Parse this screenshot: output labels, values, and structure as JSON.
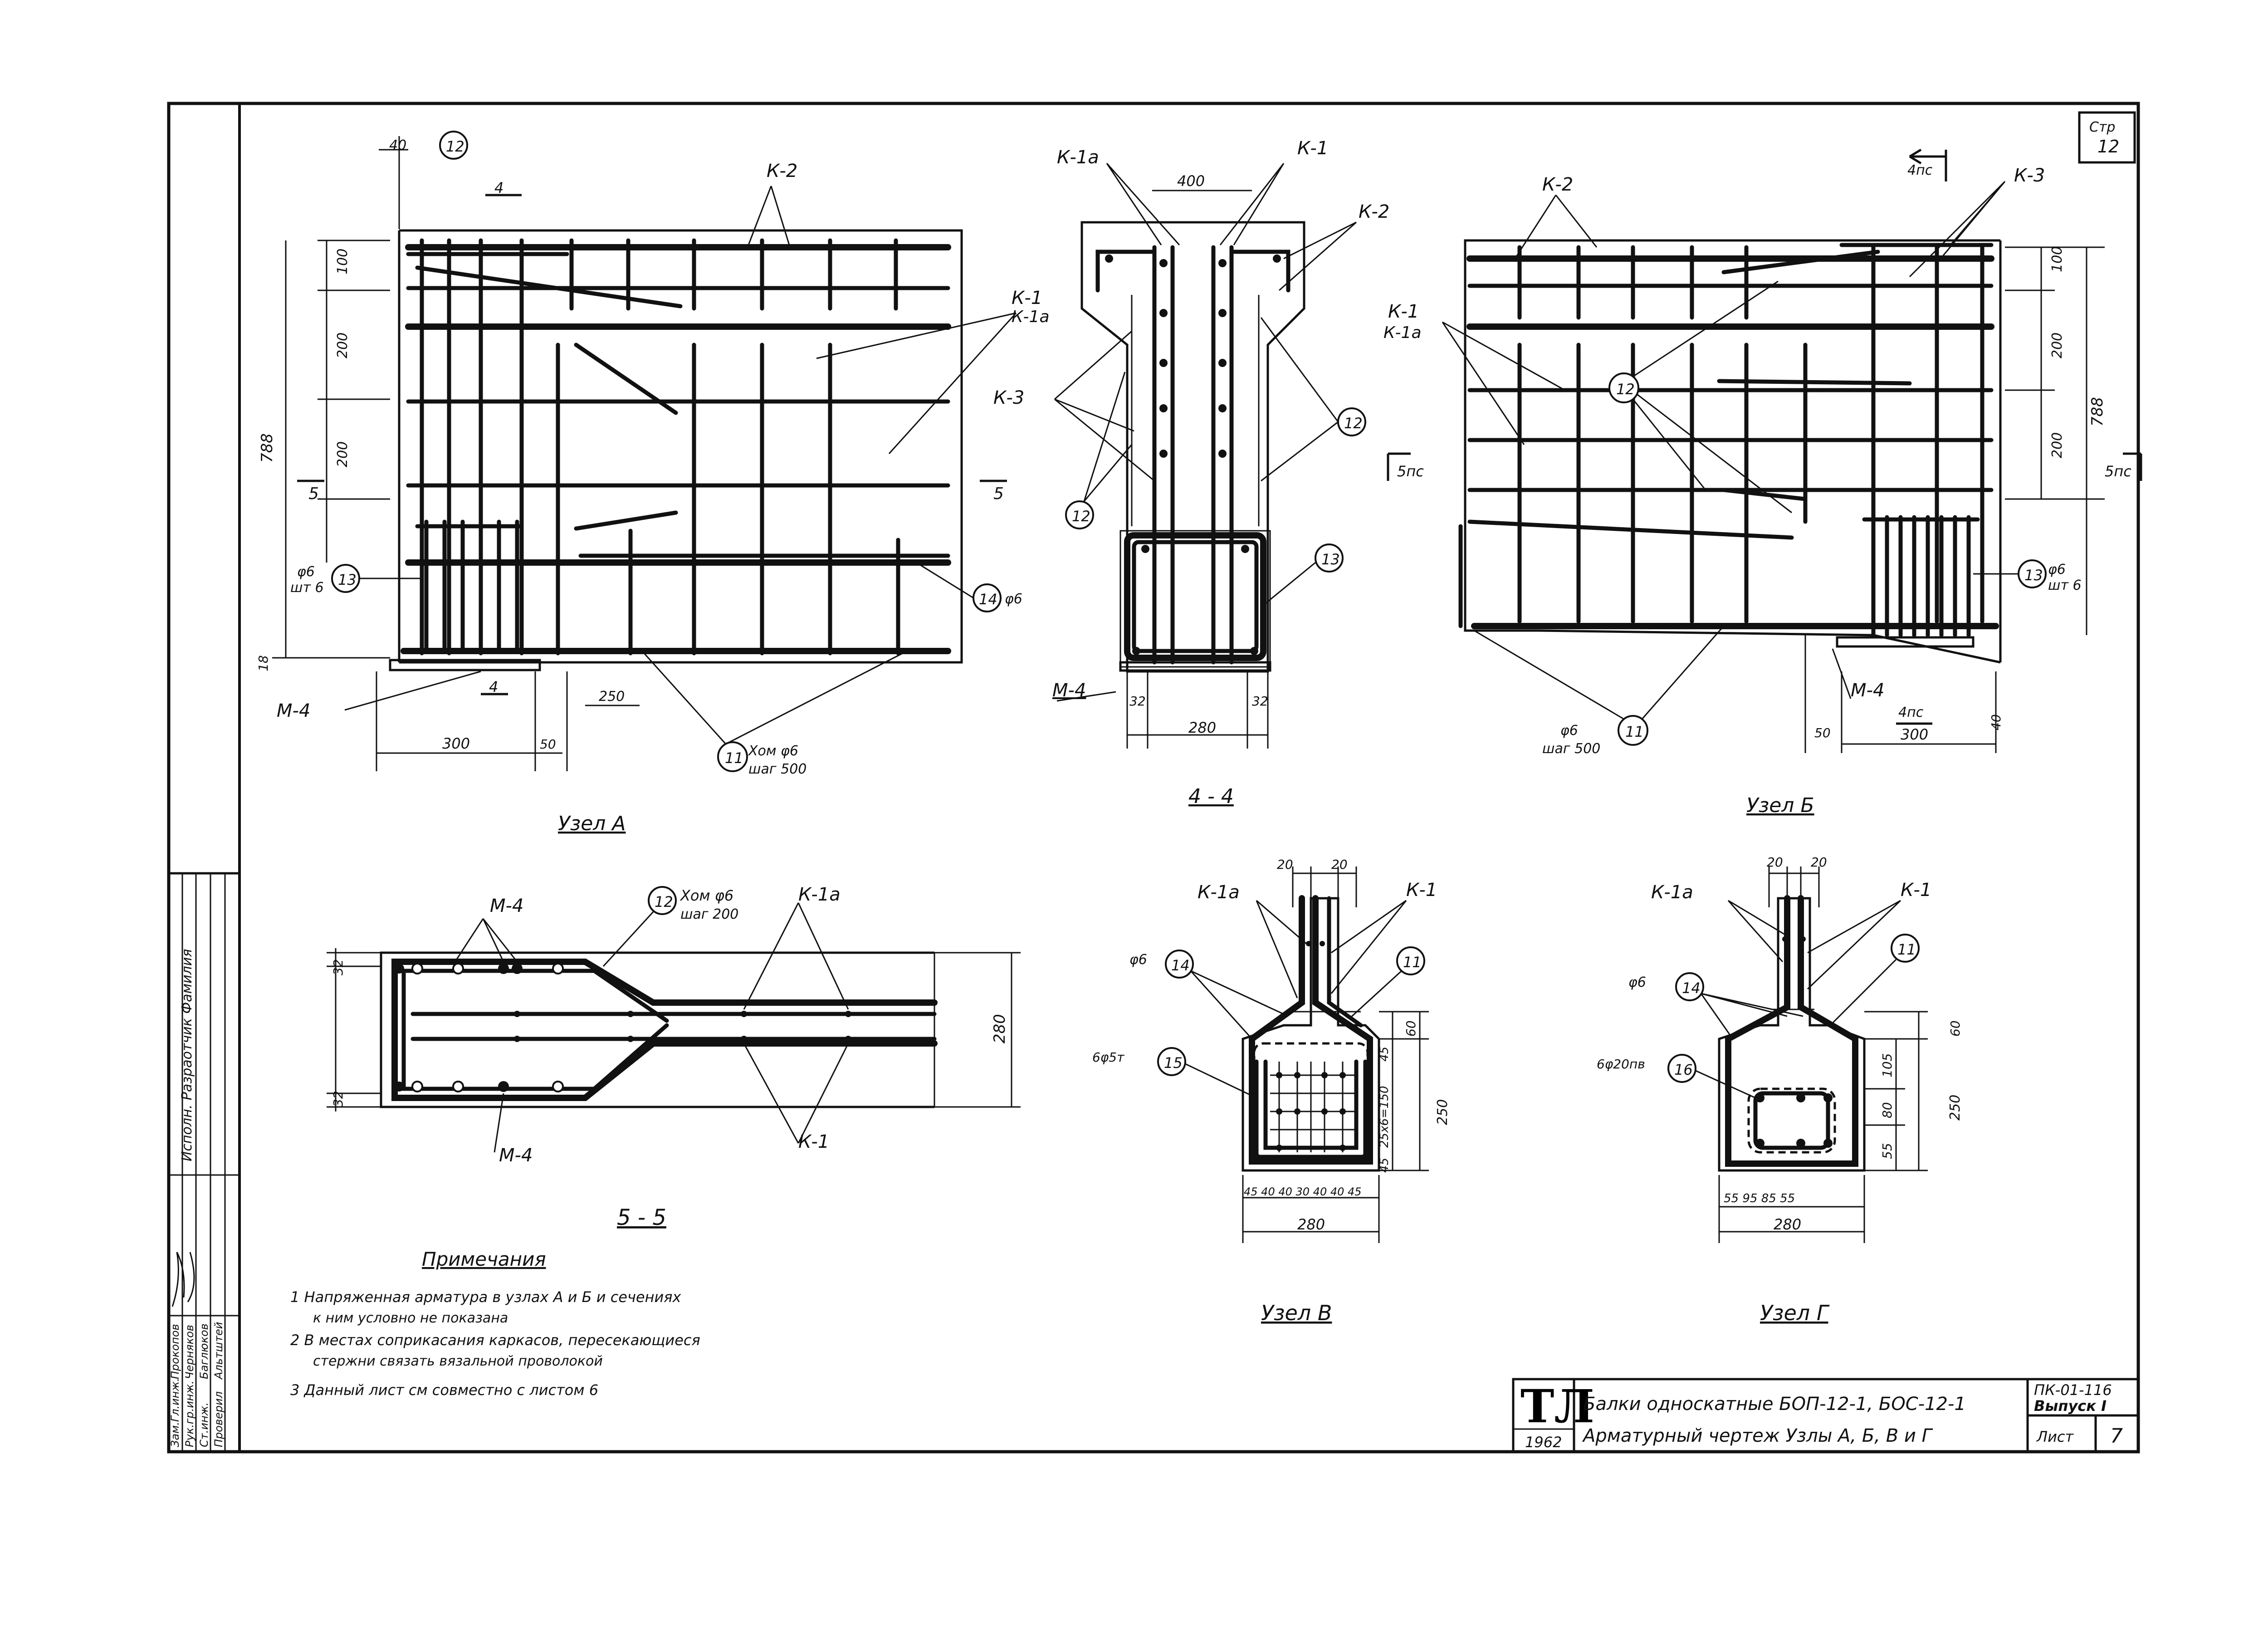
{
  "sheet": {
    "page_ref_label": "Стр",
    "page_ref_number": "12",
    "series": "ПК-01-116",
    "issue": "Выпуск I",
    "sheet_label": "Лист",
    "sheet_number": "7",
    "year": "1962",
    "logo": "ТЛ",
    "title_line1": "Балки односкатные БОП-12-1, БОС-12-1",
    "title_line2": "Арматурный чертеж Узлы А, Б, В и Г"
  },
  "side_stamp": {
    "header": "Исполн. Разраотчик Фамилия",
    "rows": [
      {
        "role": "Зам.Гл.инж.",
        "name": "Прокопов"
      },
      {
        "role": "Рук.гр.инж.",
        "name": "Черняков"
      },
      {
        "role": "Ст.инж.",
        "name": "Баглюков"
      },
      {
        "role": "Проверил",
        "name": "Альтштей"
      }
    ]
  },
  "views": {
    "node_a": {
      "title": "Узел А",
      "labels": {
        "k2": "К-2",
        "k1": "К-1",
        "k1a": "К-1а",
        "m4": "М-4",
        "n12": "12",
        "n13": "13",
        "n14": "14",
        "n11": "11",
        "phi6": "φ6",
        "sht6": "шт 6",
        "phi6_14": "φ6",
        "xom": "Хом φ6",
        "shag": "шаг 500",
        "sec4": "4",
        "sec5": "5",
        "sec5b": "5"
      },
      "dims": {
        "d40": "40",
        "d100": "100",
        "d200a": "200",
        "d200b": "200",
        "d788": "788",
        "d18": "18",
        "d250": "250",
        "d300": "300",
        "d50": "50"
      }
    },
    "section_4_4": {
      "title": "4 - 4",
      "labels": {
        "k1a": "К-1а",
        "k1": "К-1",
        "k2": "К-2",
        "k3": "К-3",
        "m4": "М-4",
        "n12a": "12",
        "n12b": "12",
        "n13": "13"
      },
      "dims": {
        "d400": "400",
        "d280": "280",
        "d32a": "32",
        "d32b": "32"
      }
    },
    "node_b": {
      "title": "Узел Б",
      "labels": {
        "k2": "К-2",
        "k3": "К-3",
        "k1": "К-1",
        "k1a": "К-1а",
        "m4": "М-4",
        "n12": "12",
        "n13": "13",
        "n11": "11",
        "phi6": "φ6",
        "sht6": "шт 6",
        "phi6b": "φ6",
        "shag": "шаг 500",
        "ref4": "4пс",
        "ref5": "5пс",
        "ref5b": "5пс",
        "ref4b": "4пс"
      },
      "dims": {
        "d100": "100",
        "d200a": "200",
        "d200b": "200",
        "d788": "788",
        "d50": "50",
        "d300": "300",
        "d40": "40"
      }
    },
    "section_5_5": {
      "title": "5 - 5",
      "labels": {
        "m4a": "М-4",
        "m4b": "М-4",
        "n12": "12",
        "xom": "Хом φ6",
        "shag": "шаг 200",
        "k1a": "К-1а",
        "k1": "К-1"
      },
      "dims": {
        "d32a": "32",
        "d32b": "32",
        "d280": "280"
      }
    },
    "node_v": {
      "title": "Узел В",
      "labels": {
        "k1a": "К-1а",
        "k1": "К-1",
        "phi6": "φ6",
        "n14": "14",
        "n11": "11",
        "n15": "15",
        "bars": "6φ5т"
      },
      "dims": {
        "d20a": "20",
        "d20b": "20",
        "d60": "60",
        "d45": "45",
        "d25x6": "25х6=150",
        "d45b": "45",
        "d250": "250",
        "bottom": "45 40 40 30 40 40 45",
        "d280": "280"
      }
    },
    "node_g": {
      "title": "Узел Г",
      "labels": {
        "k1a": "К-1а",
        "k1": "К-1",
        "phi6": "φ6",
        "n14": "14",
        "n11": "11",
        "n16": "16",
        "bars": "6φ20пв"
      },
      "dims": {
        "d20a": "20",
        "d20b": "20",
        "d60": "60",
        "d105": "105",
        "d80": "80",
        "d55": "55",
        "d250": "250",
        "bottom": "55 95 85 55",
        "d280": "280"
      }
    }
  },
  "notes": {
    "title": "Примечания",
    "items": [
      "1 Напряженная арматура в узлах А и Б и сечениях",
      "к ним условно не показана",
      "2 В местах соприкасания каркасов, пересекающиеся",
      "стержни связать вязальной проволокой",
      "3 Данный лист см совместно с листом 6"
    ]
  }
}
